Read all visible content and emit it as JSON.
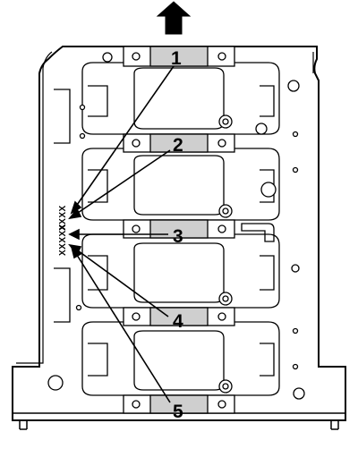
{
  "callouts": [
    {
      "label": "1"
    },
    {
      "label": "2"
    },
    {
      "label": "3"
    },
    {
      "label": "4"
    },
    {
      "label": "5"
    }
  ],
  "code_marks": {
    "row_top": "XXXX",
    "row_bottom": "XXXXX"
  },
  "front_arrow_icon": "arrow-up-icon",
  "colors": {
    "line": "#000000",
    "cap_fill": "#cfcfcf",
    "background": "#ffffff"
  }
}
